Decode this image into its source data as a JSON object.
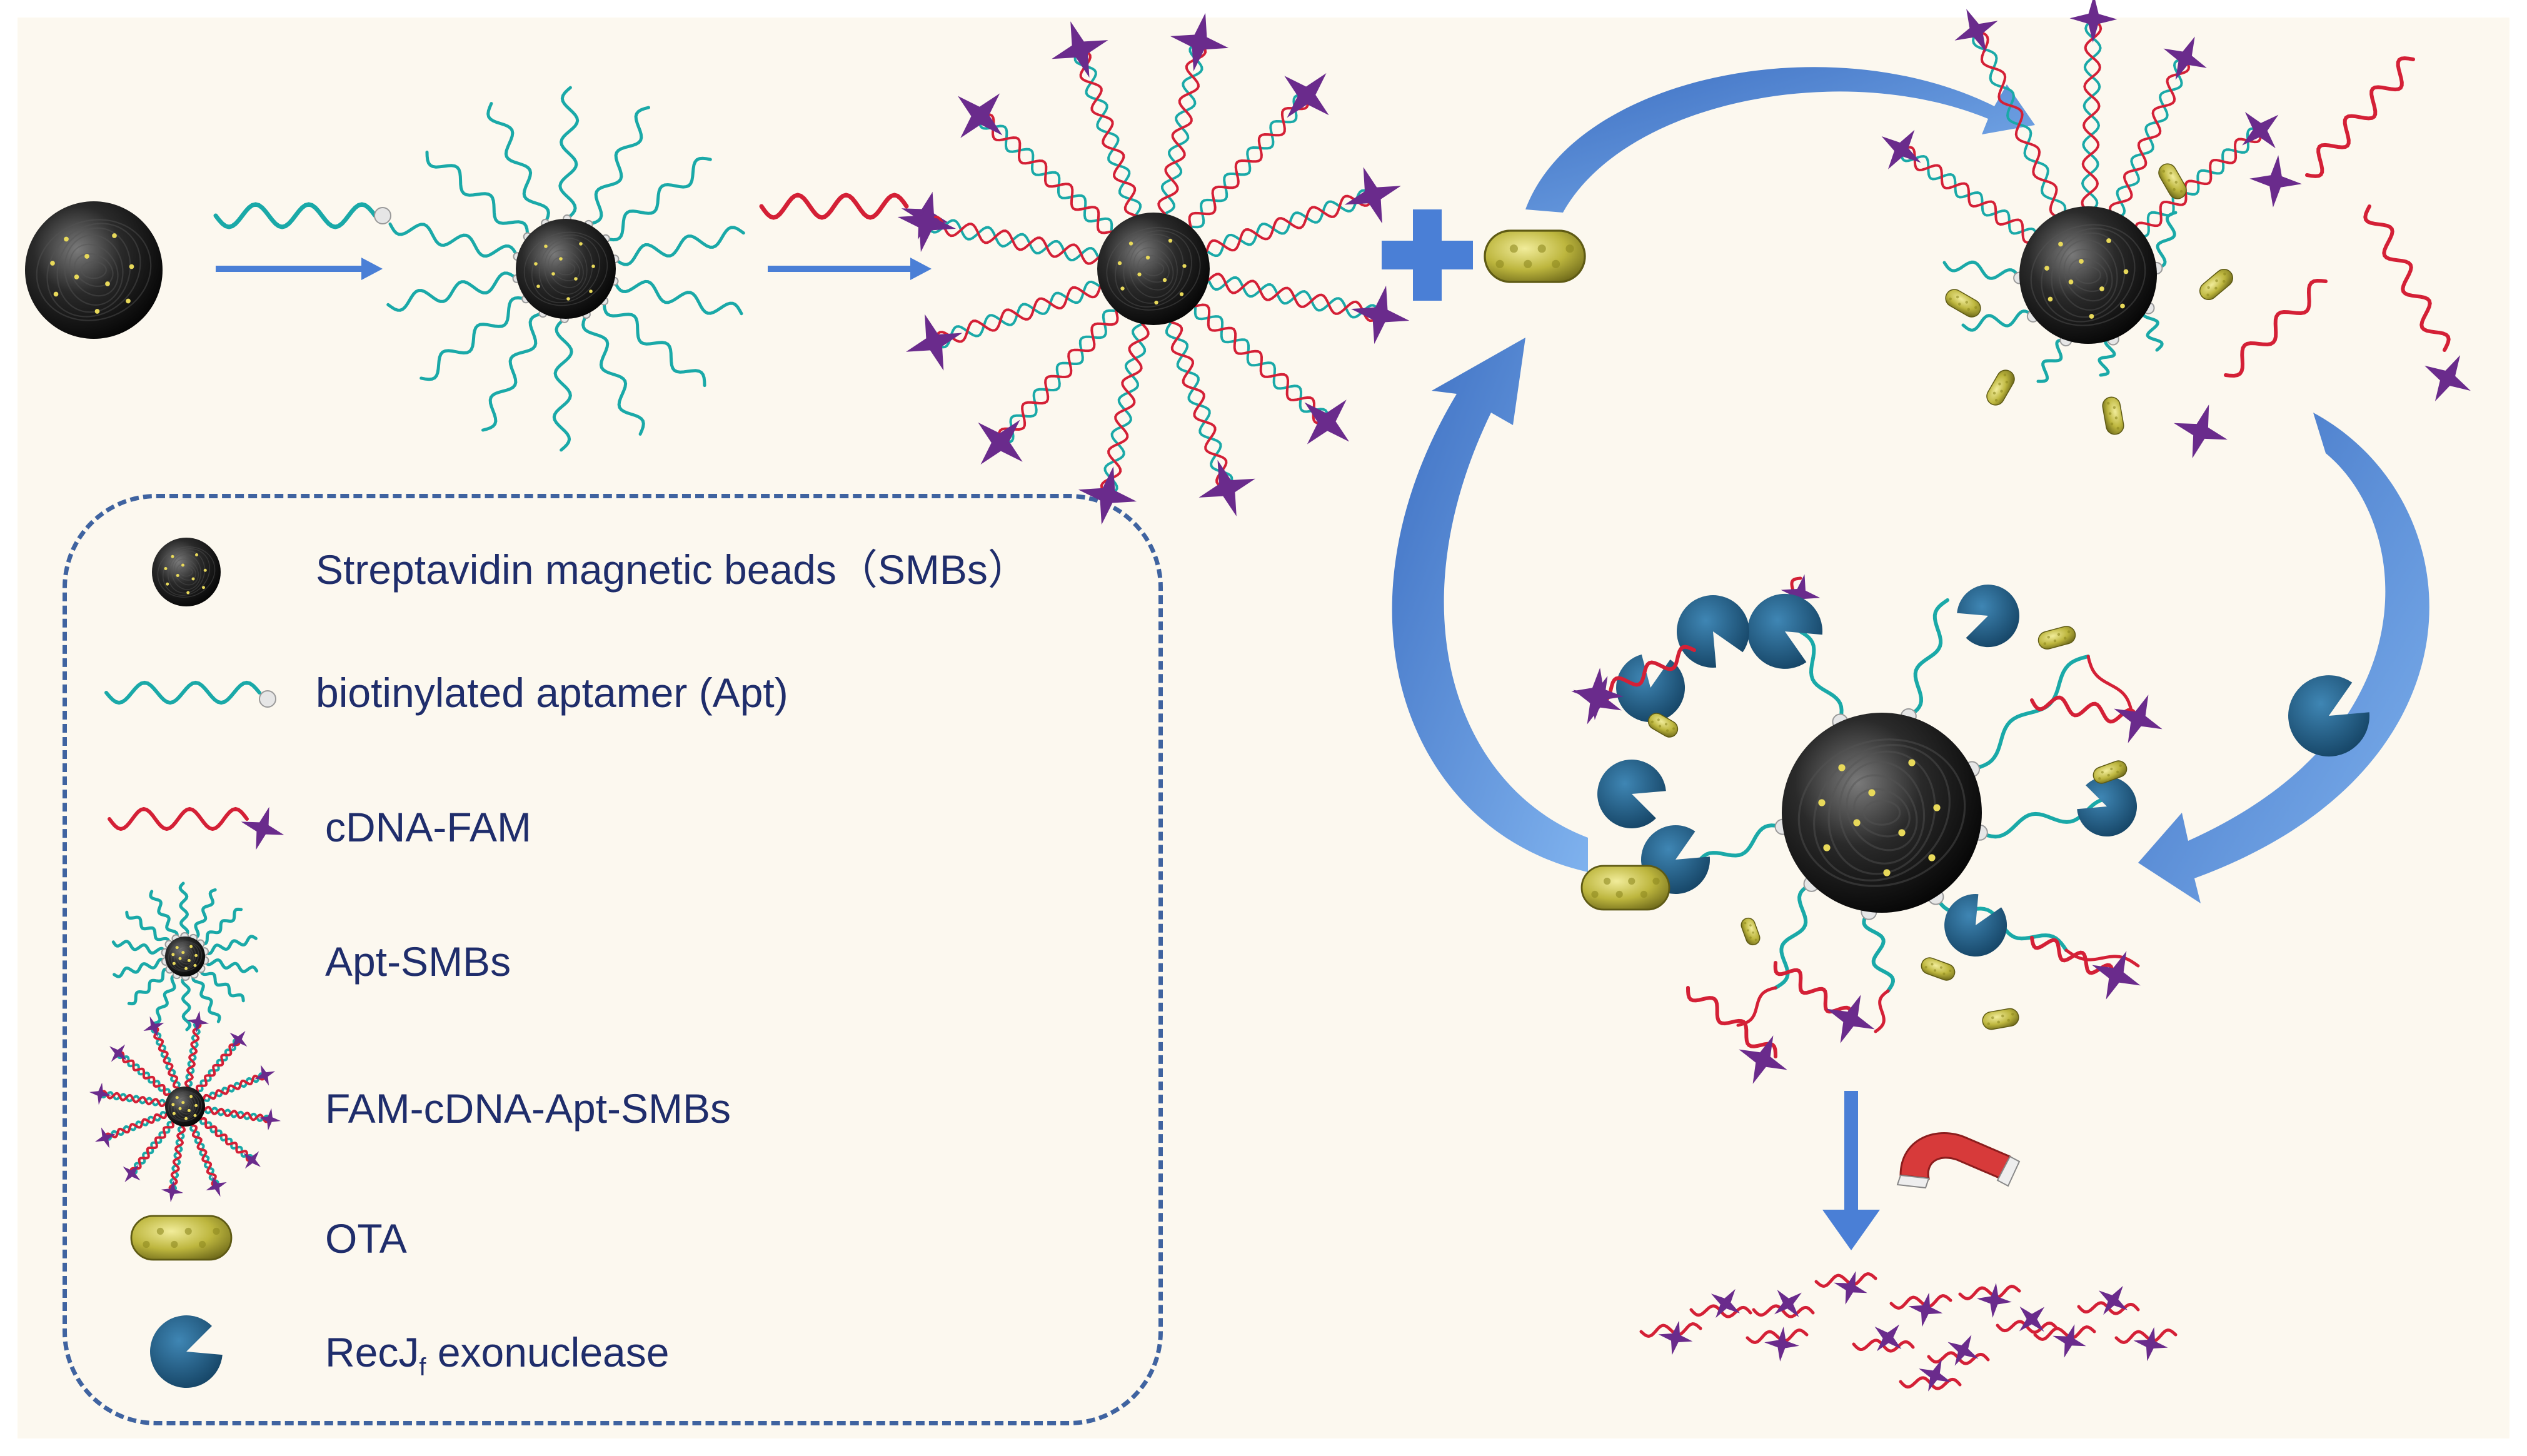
{
  "legend": {
    "items": [
      {
        "key": "smb",
        "label": "Streptavidin magnetic beads（SMBs）"
      },
      {
        "key": "apt",
        "label": "biotinylated aptamer (Apt)"
      },
      {
        "key": "cdna",
        "label": "cDNA-FAM"
      },
      {
        "key": "aptsmb",
        "label": "Apt-SMBs"
      },
      {
        "key": "famsmb",
        "label": "FAM-cDNA-Apt-SMBs"
      },
      {
        "key": "ota",
        "label": "OTA"
      },
      {
        "key": "recj",
        "label_main": "RecJ",
        "label_sub": "f",
        "label_rest": " exonuclease"
      }
    ]
  },
  "colors": {
    "background": "#fcf8ef",
    "border": "#3f63a0",
    "text": "#1f2d6b",
    "aptamer": "#1aa9a8",
    "cdna": "#d42036",
    "fam": "#6a2b8c",
    "arrow": "#4a7fd6",
    "bead": "#1b1b1b",
    "ota": "#b8b43a",
    "enzyme": "#1e5a82",
    "magnet": "#d73a3a"
  }
}
